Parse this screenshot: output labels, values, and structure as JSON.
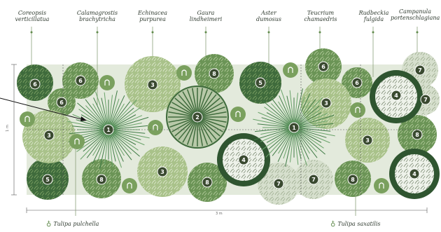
{
  "plants": [
    {
      "name_line1": "Coreopsis",
      "name_line2": "verticillatua"
    },
    {
      "name_line1": "Calamagrostis",
      "name_line2": "brachytricha"
    },
    {
      "name_line1": "Echinacea",
      "name_line2": "purpurea"
    },
    {
      "name_line1": "Gaura",
      "name_line2": "lindheimeri"
    },
    {
      "name_line1": "Aster",
      "name_line2": "dumosus"
    },
    {
      "name_line1": "Teucrium",
      "name_line2": "chamaedris"
    },
    {
      "name_line1": "Rudbeckia",
      "name_line2": "fulgida"
    },
    {
      "name_line1": "Campanula",
      "name_line2": "portenschlagiana"
    }
  ],
  "bulbs": [
    {
      "name": "Tulipa pulchella"
    },
    {
      "name": "Tulipa saxatilis"
    }
  ],
  "dimensions": {
    "height": "1 m",
    "width": "3 m"
  },
  "colors": {
    "bed": "#e3eadc",
    "dark_green": "#2f5530",
    "mid_green": "#5f8a4a",
    "light_green": "#9fba7d",
    "pale_green": "#c9d6bd",
    "label": "#2f3a2f"
  }
}
